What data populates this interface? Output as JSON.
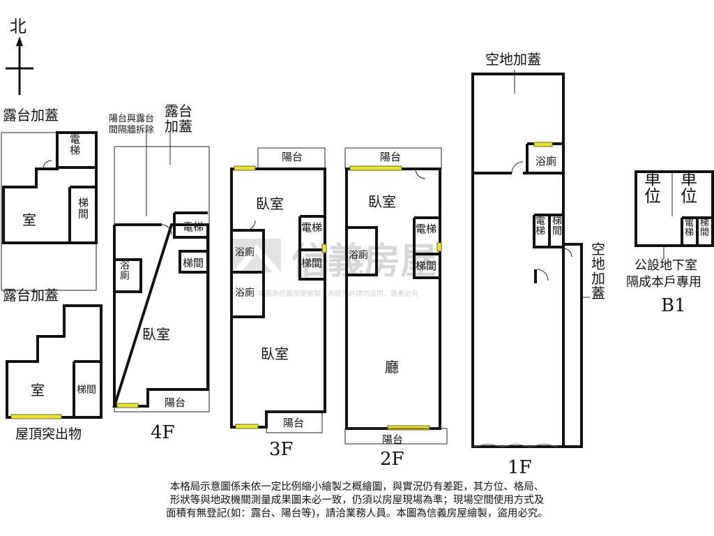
{
  "compass": {
    "north": "北"
  },
  "watermark": {
    "brand": "信義房屋",
    "notice": "本圖為信義房屋繪製，未經允許請勿盜用，違者必究"
  },
  "rooftop": {
    "top_terrace": "露台加蓋",
    "bottom_terrace": "露台加蓋",
    "room": "室",
    "elevator": "電梯",
    "stairs": "梯間",
    "roof_room": "室",
    "roof_stairs": "梯間",
    "caption": "屋頂突出物"
  },
  "floor4": {
    "note": "陽台與露台間隔牆拆除",
    "terrace": "露台加蓋",
    "elevator": "電梯",
    "stairs": "梯間",
    "bath": "浴廁",
    "bedroom": "臥室",
    "balcony": "陽台",
    "label": "4F"
  },
  "floor3": {
    "balcony_top": "陽台",
    "bedroom_top": "臥室",
    "elevator": "電梯",
    "bath1": "浴廁",
    "stairs": "梯間",
    "bath2": "浴廁",
    "bedroom_bottom": "臥室",
    "balcony_bottom": "陽台",
    "label": "3F"
  },
  "floor2": {
    "balcony_top": "陽台",
    "bedroom": "臥室",
    "elevator": "電梯",
    "bath": "浴廁",
    "stairs": "梯間",
    "hall": "廳",
    "balcony_bottom": "陽台",
    "label": "2F"
  },
  "floor1": {
    "addition_top": "空地加蓋",
    "bath": "浴廁",
    "elevator": "電梯",
    "stairs": "梯間",
    "addition_side": "空地加蓋",
    "label": "1F"
  },
  "basement": {
    "spot1": "車位",
    "spot2": "車位",
    "elevator": "電梯",
    "stairs": "梯間",
    "caption_line1": "公設地下室",
    "caption_line2": "隔成本戶專用",
    "label": "B1"
  },
  "disclaimer": {
    "line1": "本格局示意圖係未依一定比例縮小繪製之概繪圖，與實況仍有差距，其方位、格局、",
    "line2": "形狀等與地政機關測量成果圖未必一致，仍須以房屋現場為準；現場空間使用方式及",
    "line3": "面積有無登記(如：露台、陽台等)，請洽業務人員。本圖為信義房屋繪製，盜用必究。"
  }
}
